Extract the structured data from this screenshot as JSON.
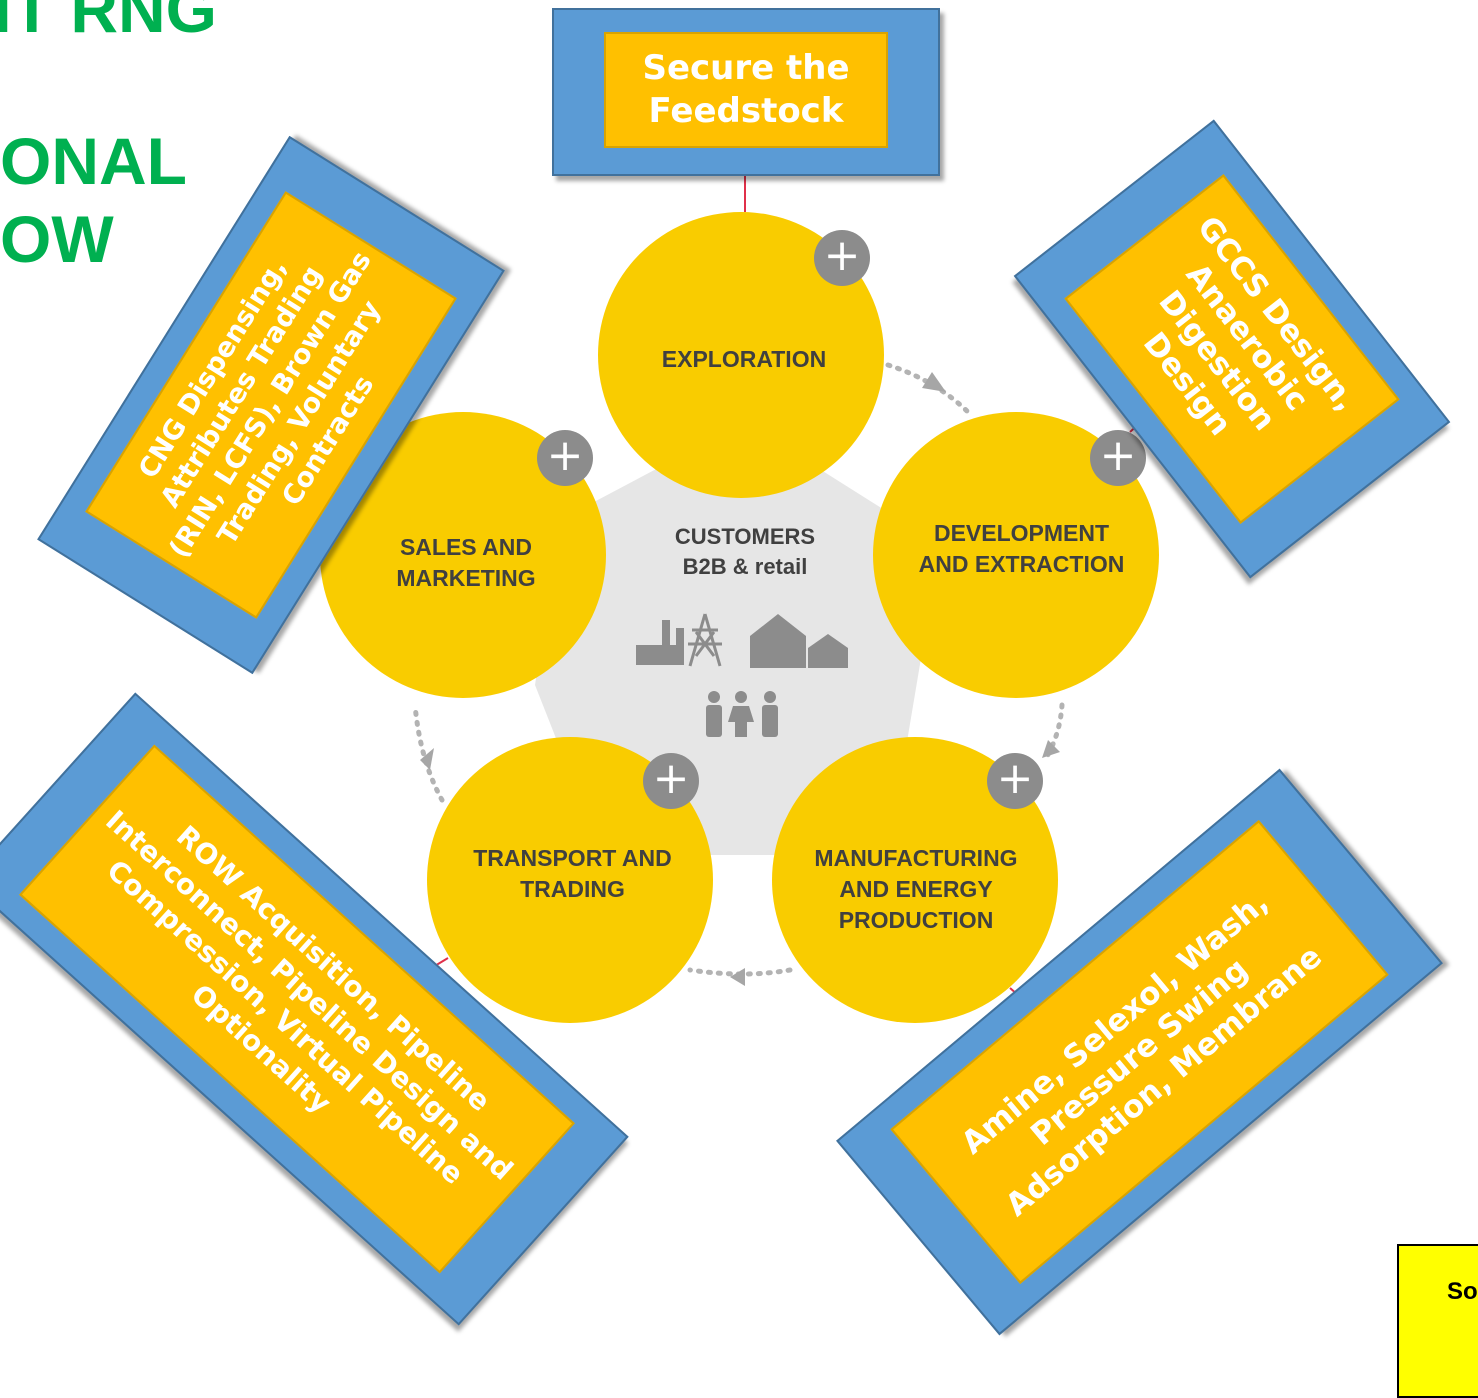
{
  "title": {
    "line1": "NT RNG",
    "line2": "ONAL",
    "line3": "OW"
  },
  "center": {
    "title": "CUSTOMERS",
    "subtitle": "B2B & retail",
    "icons": [
      "factory-icon",
      "power-tower-icon",
      "house-icon",
      "people-icon"
    ]
  },
  "circles": {
    "exploration": "EXPLORATION",
    "development": "DEVELOPMENT AND EXTRACTION",
    "manufacturing": "MANUFACTURING AND ENERGY PRODUCTION",
    "transport": "TRANSPORT AND TRADING",
    "sales": "SALES AND MARKETING"
  },
  "cards": {
    "feedstock": "Secure the Feedstock",
    "gccs": "GCCS Design, Anaerobic Digestion Design",
    "amine": "Amine, Selexol, Wash, Pressure Swing Adsorption, Membrane",
    "row": "ROW Acquisition, Pipeline Interconnect, Pipeline Design and Compression, Virtual Pipeline Optionality",
    "cng": "CNG Dispensing, Attributes Trading (RIN, LCFS), Brown Gas Trading, Voluntary Contracts"
  },
  "source_label": "So",
  "colors": {
    "circle": "#f9cc00",
    "card_outer": "#5b9bd5",
    "card_inner": "#ffc000",
    "title_green": "#00b050",
    "connector": "#e0304a",
    "center_hex": "#e6e6e6"
  }
}
